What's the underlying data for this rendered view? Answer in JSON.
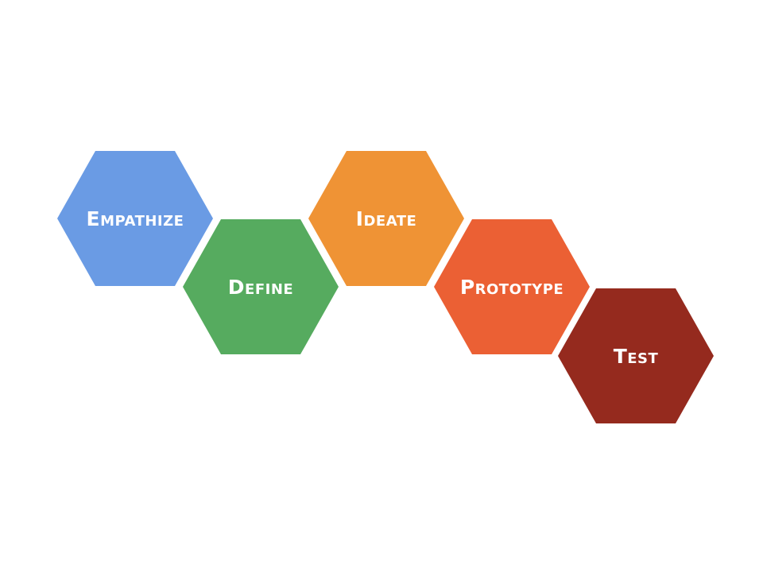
{
  "diagram": {
    "stages": [
      {
        "id": "empathize",
        "label": "Empathize",
        "color": "#6A9BE4"
      },
      {
        "id": "define",
        "label": "Define",
        "color": "#56AB5F"
      },
      {
        "id": "ideate",
        "label": "Ideate",
        "color": "#EF9335"
      },
      {
        "id": "prototype",
        "label": "Prototype",
        "color": "#EB6034"
      },
      {
        "id": "test",
        "label": "Test",
        "color": "#952A1E"
      }
    ]
  }
}
